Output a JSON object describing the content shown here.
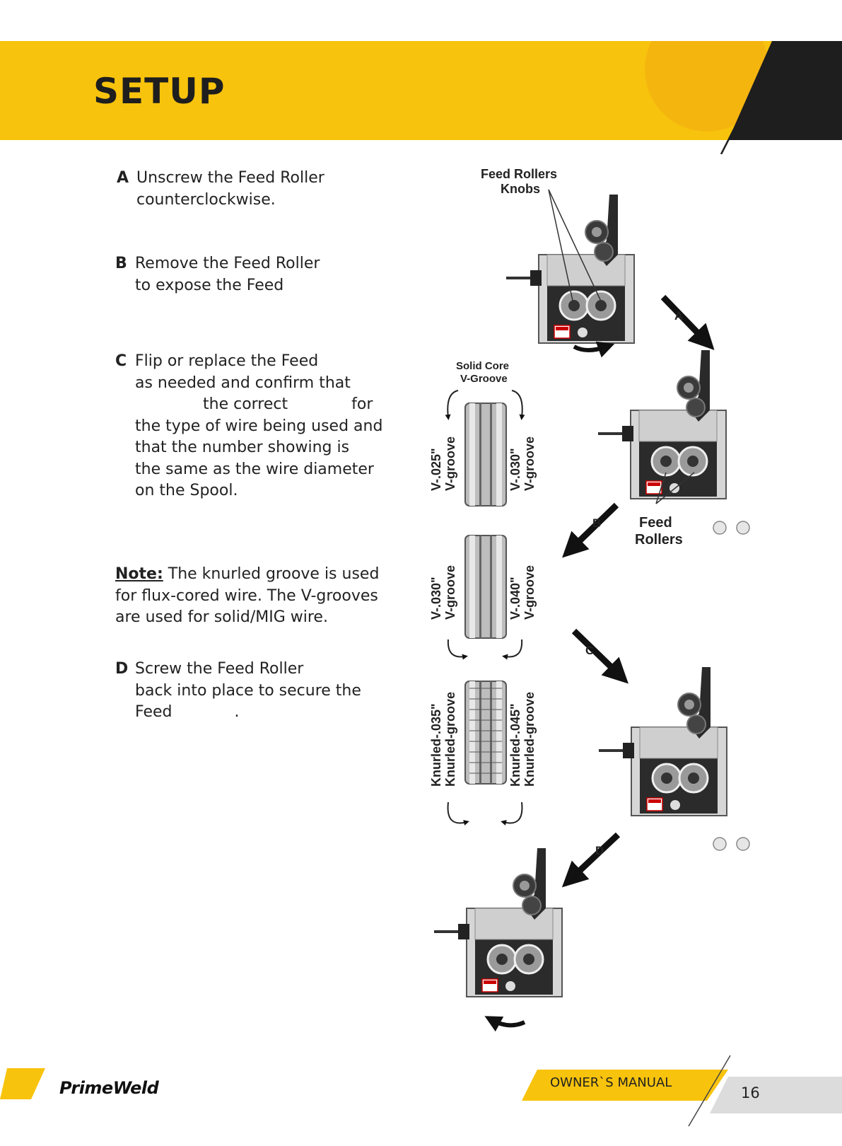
{
  "header": {
    "title": "SETUP",
    "accent_color": "#F8C30C",
    "dark_color": "#1E1E1E"
  },
  "steps": {
    "a": {
      "letter": "A",
      "lines": [
        "Unscrew the Feed Roller",
        "counterclockwise."
      ]
    },
    "b": {
      "letter": "B",
      "lines": [
        "Remove the Feed Roller",
        "to expose the Feed"
      ]
    },
    "c": {
      "letter": "C",
      "lines": [
        "Flip or replace the Feed",
        "as needed and confirm that",
        "the correct",
        "for",
        "the type of wire being used and",
        "that the number showing is",
        "the same as the wire diameter",
        "on the Spool."
      ]
    },
    "note": {
      "label": "Note:",
      "lines": [
        "The knurled groove is used",
        "for flux-cored wire. The V-grooves",
        "are used for solid/MIG wire."
      ]
    },
    "d": {
      "letter": "D",
      "lines": [
        "Screw the Feed Roller",
        "back into place to secure the",
        "Feed",
        "."
      ]
    }
  },
  "diagram": {
    "feed_rollers_knobs": [
      "Feed Rollers",
      "Knobs"
    ],
    "solid_core": [
      "Solid Core",
      "V-Groove"
    ],
    "feed_rollers": [
      "Feed",
      "Rollers"
    ],
    "step_labels": [
      "A",
      "B",
      "C",
      "D"
    ],
    "roller1_left": [
      "V-.025\"",
      "V-groove"
    ],
    "roller1_right": [
      "V-.030\"",
      "V-groove"
    ],
    "roller2_left": [
      "V-.030\"",
      "V-groove"
    ],
    "roller2_right": [
      "V-.040\"",
      "V-groove"
    ],
    "roller3_left": [
      "Knurled-.035\"",
      "Knurled-groove"
    ],
    "roller3_right": [
      "Knurled-.045\"",
      "Knurled-groove"
    ]
  },
  "footer": {
    "brand": "PrimeWeld",
    "manual_label": "OWNER`S MANUAL",
    "page_number": "16"
  }
}
